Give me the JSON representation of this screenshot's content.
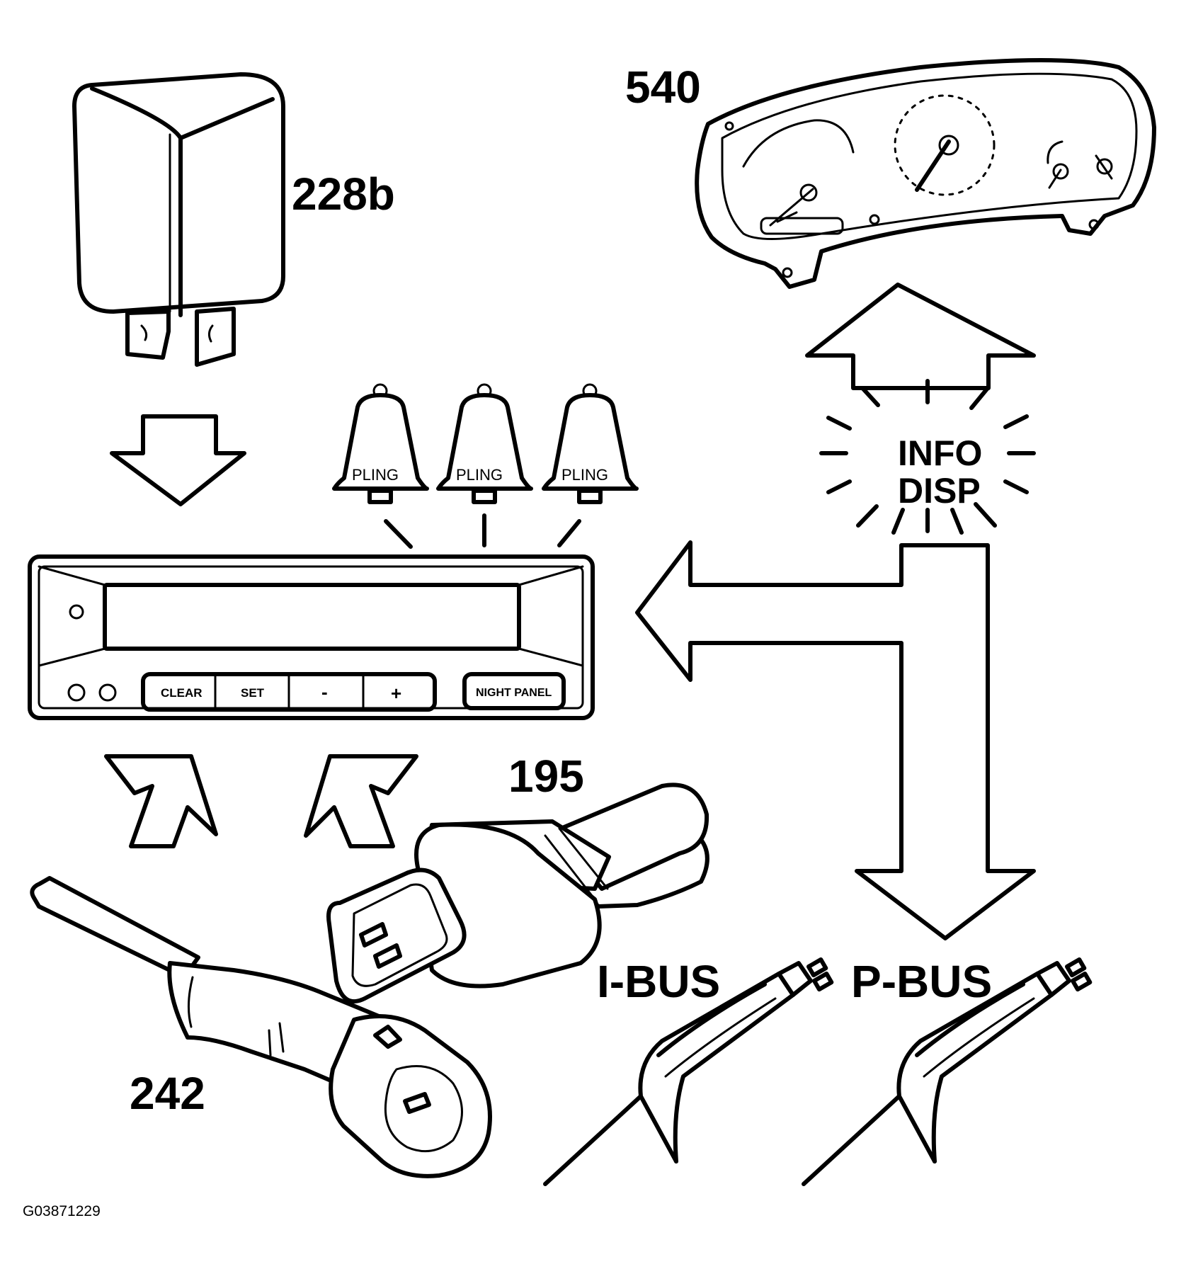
{
  "labels": {
    "relay": "228b",
    "cluster": "540",
    "sensor_195": "195",
    "sensor_242": "242",
    "i_bus": "I-BUS",
    "p_bus": "P-BUS",
    "info_line1": "INFO",
    "info_line2": "DISP",
    "figure_code": "G03871229"
  },
  "bells": [
    {
      "text": "PLING"
    },
    {
      "text": "PLING"
    },
    {
      "text": "PLING"
    }
  ],
  "buttons": {
    "clear": "CLEAR",
    "set": "SET",
    "minus": "-",
    "plus": "+",
    "night_panel": "NIGHT PANEL"
  },
  "colors": {
    "ink": "#000000",
    "paper": "#ffffff"
  }
}
